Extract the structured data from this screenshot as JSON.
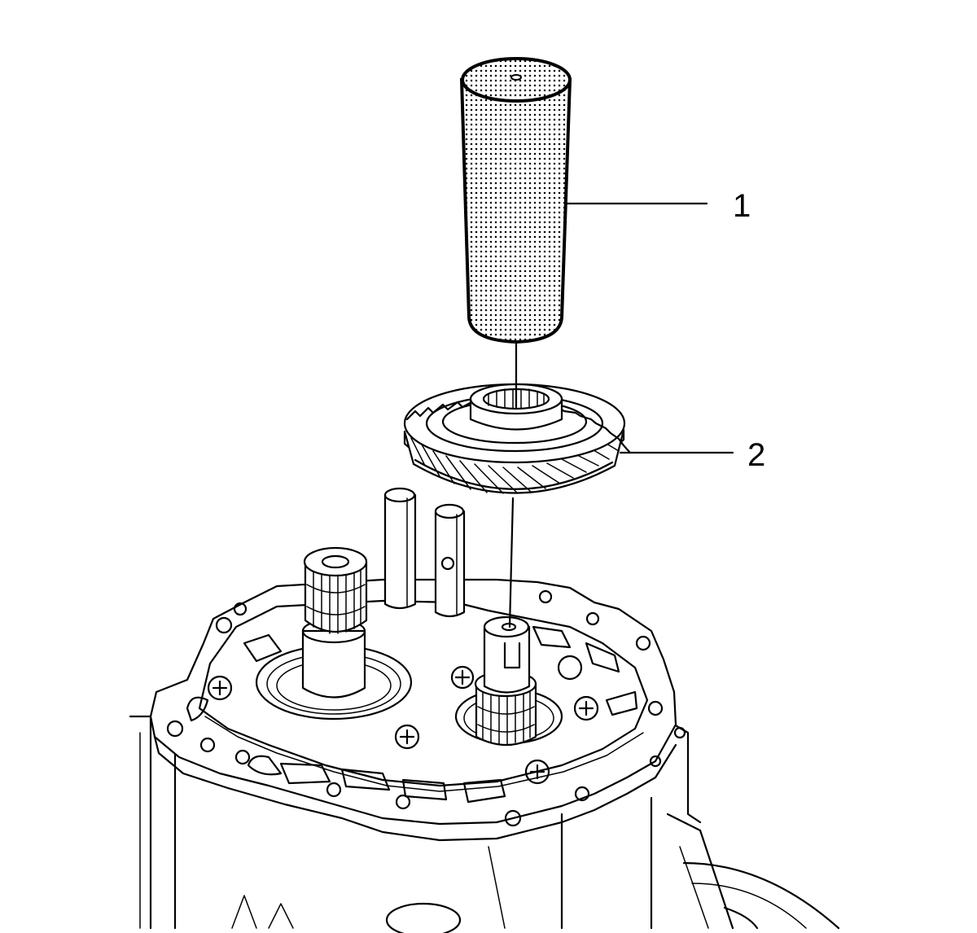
{
  "callouts": [
    {
      "id": "1",
      "label": "1"
    },
    {
      "id": "2",
      "label": "2"
    }
  ],
  "colors": {
    "line": "#000000",
    "background": "#ffffff",
    "tool_stipple": "#000000"
  }
}
